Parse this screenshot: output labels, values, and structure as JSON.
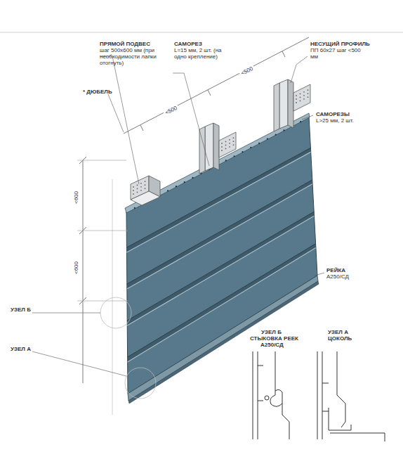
{
  "diagram": {
    "labels": [
      "ПРЯМОЙ ПОДВЕС",
      "шаг 500x600 мм (при необходимости лапки отогнуть)",
      "САМОРЕЗ",
      "L=15 мм, 2 шт. (на одно крепление)",
      "НЕСУЩИЙ ПРОФИЛЬ",
      "ПП 60x27 шаг <500 мм",
      "<500",
      "* ДЮБЕЛЬ",
      "<500",
      "САМОРЕЗЫ",
      "L>25 мм, 2 шт.",
      "<600",
      "<600",
      "РЕЙКА",
      "A250/СД",
      "УЗЕЛ Б",
      "УЗЕЛ А",
      "УЗЕЛ Б",
      "СТЫКОВКА РЕЕК",
      "A250/СД",
      "УЗЕЛ А",
      "ЦОКОЛЬ"
    ]
  }
}
